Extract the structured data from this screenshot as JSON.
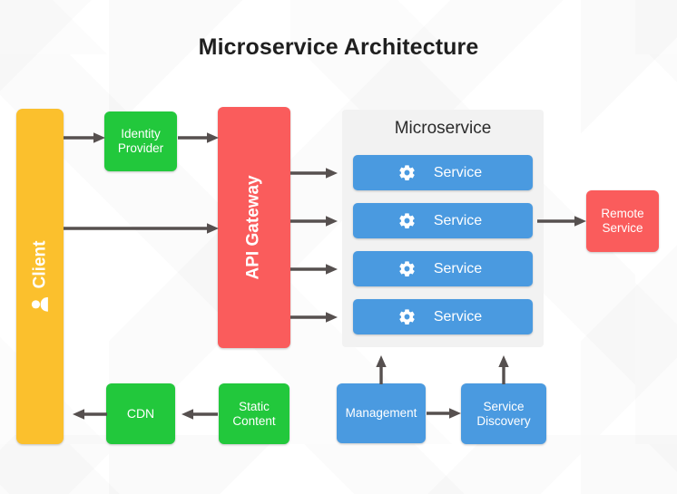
{
  "diagram": {
    "title": "Microservice Architecture",
    "colors": {
      "client": "#fbc02d",
      "identity_provider": "#22c83c",
      "api_gateway": "#fa5c5c",
      "service": "#4a9ae0",
      "remote_service": "#fa5c5c",
      "cdn": "#22c83c",
      "static_content": "#22c83c",
      "management": "#4a9ae0",
      "service_discovery": "#4a9ae0",
      "panel_background": "#f2f2f2",
      "arrow": "#56504f",
      "canvas_background": "#ffffff",
      "title_text": "#1f1f1f"
    },
    "nodes": {
      "client": {
        "label": "Client",
        "icon": "person-icon",
        "orientation": "vertical"
      },
      "identity_provider": {
        "label": "Identity\nProvider"
      },
      "api_gateway": {
        "label": "API Gateway",
        "orientation": "vertical"
      },
      "microservice_panel": {
        "heading": "Microservice"
      },
      "services": [
        {
          "label": "Service",
          "icon": "gear-icon"
        },
        {
          "label": "Service",
          "icon": "gear-icon"
        },
        {
          "label": "Service",
          "icon": "gear-icon"
        },
        {
          "label": "Service",
          "icon": "gear-icon"
        }
      ],
      "remote_service": {
        "label": "Remote\nService"
      },
      "cdn": {
        "label": "CDN"
      },
      "static_content": {
        "label": "Static\nContent"
      },
      "management": {
        "label": "Management"
      },
      "service_discovery": {
        "label": "Service\nDiscovery"
      }
    },
    "edges": [
      {
        "from": "client",
        "to": "identity_provider",
        "direction": "right"
      },
      {
        "from": "identity_provider",
        "to": "api_gateway",
        "direction": "right"
      },
      {
        "from": "client",
        "to": "api_gateway",
        "direction": "right"
      },
      {
        "from": "api_gateway",
        "to": "service_1",
        "direction": "right"
      },
      {
        "from": "api_gateway",
        "to": "service_2",
        "direction": "right"
      },
      {
        "from": "api_gateway",
        "to": "service_3",
        "direction": "right"
      },
      {
        "from": "api_gateway",
        "to": "service_4",
        "direction": "right"
      },
      {
        "from": "service_2",
        "to": "remote_service",
        "direction": "right"
      },
      {
        "from": "cdn",
        "to": "client",
        "direction": "left"
      },
      {
        "from": "static_content",
        "to": "cdn",
        "direction": "left"
      },
      {
        "from": "management",
        "to": "microservice_panel",
        "direction": "up"
      },
      {
        "from": "management",
        "to": "service_discovery",
        "direction": "right"
      },
      {
        "from": "service_discovery",
        "to": "microservice_panel",
        "direction": "up"
      }
    ]
  }
}
